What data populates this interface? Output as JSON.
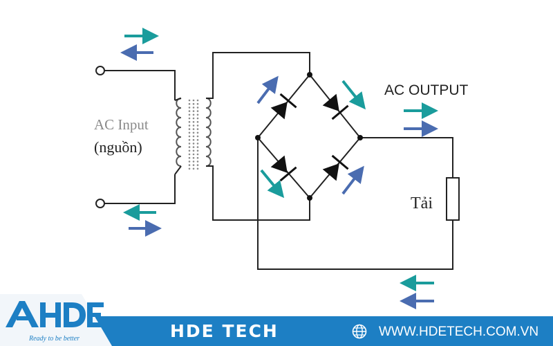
{
  "diagram": {
    "input_label_line1": "AC Input",
    "input_label_line2": "(nguồn)",
    "output_label": "AC OUTPUT",
    "load_label": "Tải"
  },
  "footer": {
    "brand_logo": "AHDE",
    "brand_slogan": "Ready to be better",
    "title": "HDE TECH",
    "website_icon": "globe-icon",
    "website": "WWW.HDETECH.COM.VN"
  },
  "colors": {
    "teal_arrow": "#1a9c9c",
    "blue_arrow": "#4a6cb0",
    "footer_blue": "#1d7fc4",
    "logo_panel": "#f2f6fa"
  }
}
